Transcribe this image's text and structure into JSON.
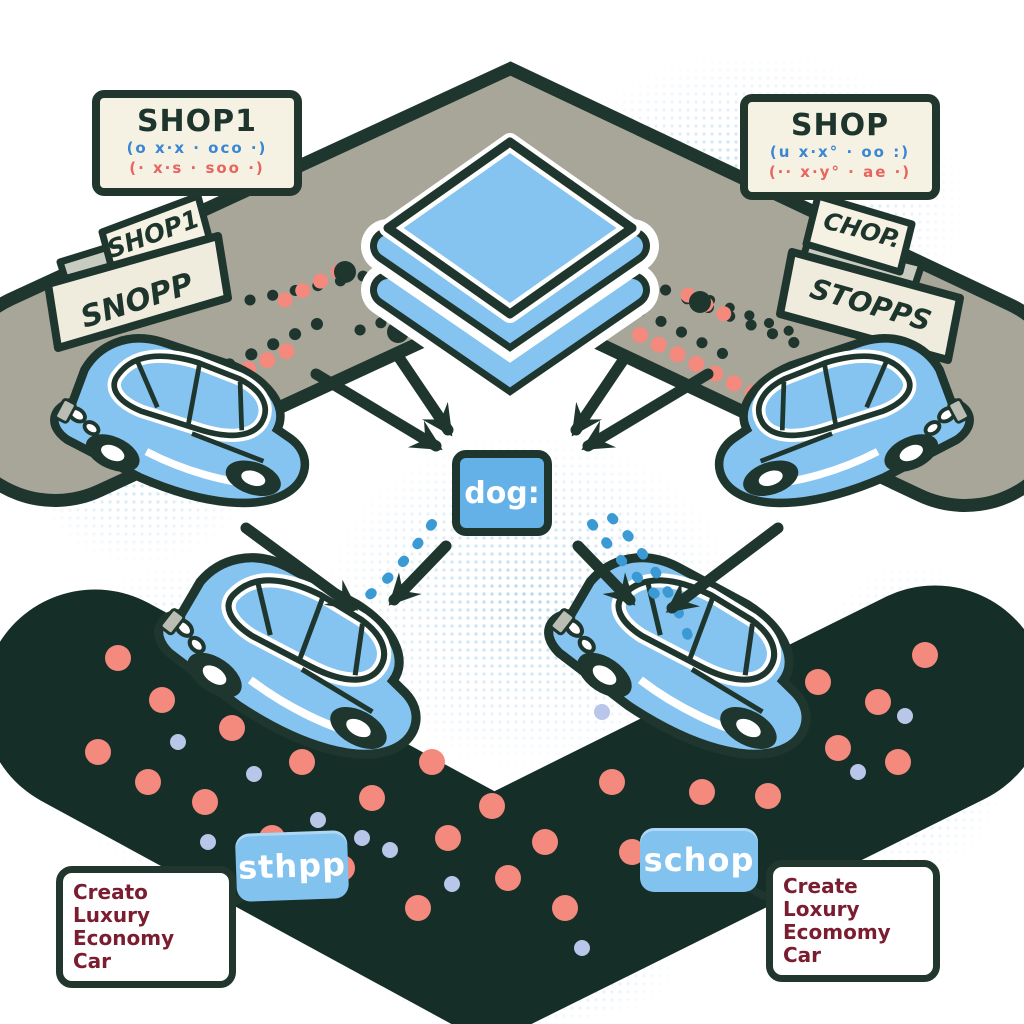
{
  "colors": {
    "outline": "#1e362e",
    "road_top": "#a7a699",
    "road_bottom": "#152e27",
    "car_blue": "#85c3f0",
    "label_blue": "#82c2ef",
    "dog_box_blue": "#64b1e8",
    "salmon_dot": "#f4897e",
    "lavender_dot": "#b8c6e9",
    "sign_bg": "#f5f2e4",
    "sign_blue_text": "#3a86d2",
    "sign_red_text": "#e8645f",
    "callout_text": "#7b1d31"
  },
  "icons": {
    "center_road_icon": "layers-stack"
  },
  "signs": {
    "top_left": {
      "title": "SHOP1",
      "line_blue": "(o x·x · oco ·)",
      "line_red": "(· x·s · soo ·)"
    },
    "top_right": {
      "title": "SHOP",
      "line_blue": "(u x·x° · oo :)",
      "line_red": "(·· x·y° · ae ·)"
    }
  },
  "trays": {
    "left": {
      "flap": "SHOP1",
      "front": "SNOPP"
    },
    "right": {
      "flap": "CHOP.",
      "front": "STOPPS"
    }
  },
  "center_box": {
    "label": "dog:"
  },
  "road_labels": {
    "left": "sthpp",
    "right": "schop"
  },
  "callouts": {
    "bottom_left": {
      "line1": "Creato Luxury",
      "line2": "Economy Car"
    },
    "bottom_right": {
      "line1": "Create Loxury",
      "line2": "Ecomomy Car"
    }
  }
}
